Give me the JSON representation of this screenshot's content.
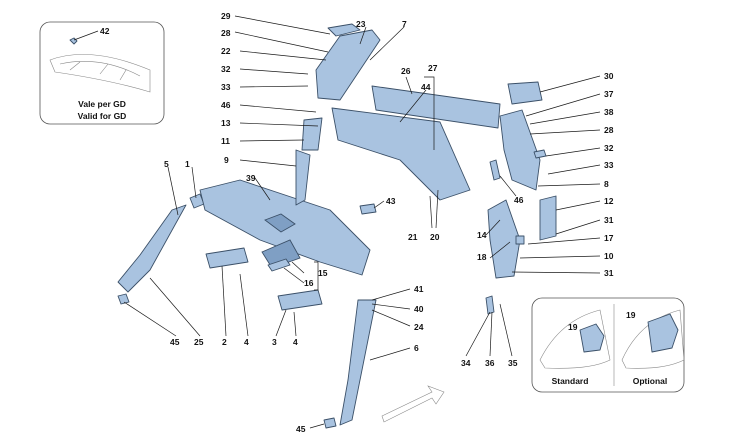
{
  "callouts": {
    "c1": "1",
    "c2": "2",
    "c3": "3",
    "c4a": "4",
    "c4b": "4",
    "c5": "5",
    "c6": "6",
    "c7": "7",
    "c8": "8",
    "c9": "9",
    "c10": "10",
    "c11": "11",
    "c12": "12",
    "c13": "13",
    "c14": "14",
    "c15": "15",
    "c16": "16",
    "c17": "17",
    "c18": "18",
    "c19a": "19",
    "c19b": "19",
    "c20": "20",
    "c21": "21",
    "c22": "22",
    "c23": "23",
    "c24": "24",
    "c25": "25",
    "c26": "26",
    "c27": "27",
    "c28a": "28",
    "c28b": "28",
    "c29": "29",
    "c30": "30",
    "c31a": "31",
    "c31b": "31",
    "c32a": "32",
    "c32b": "32",
    "c33a": "33",
    "c33b": "33",
    "c34": "34",
    "c35": "35",
    "c36": "36",
    "c37": "37",
    "c38": "38",
    "c39": "39",
    "c40": "40",
    "c41": "41",
    "c42": "42",
    "c43": "43",
    "c44": "44",
    "c45a": "45",
    "c45b": "45",
    "c46a": "46",
    "c46b": "46"
  },
  "inset_gd": {
    "line1": "Vale per GD",
    "line2": "Valid for GD"
  },
  "inset_options": {
    "standard": "Standard",
    "optional": "Optional"
  },
  "colors": {
    "part_fill": "#a9c3e0",
    "part_stroke": "#3b5068"
  }
}
